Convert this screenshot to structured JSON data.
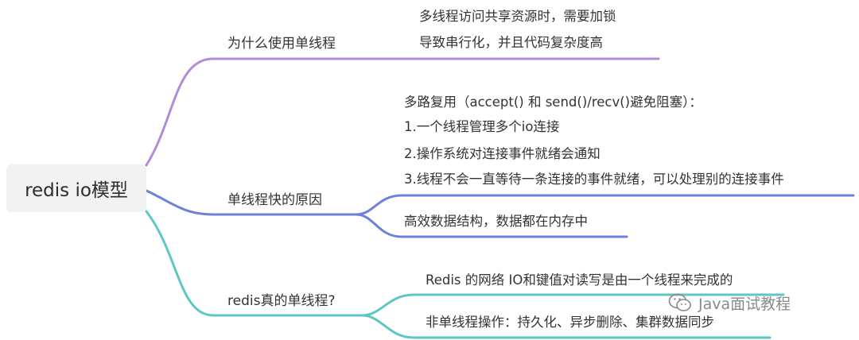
{
  "root": {
    "label": "redis io模型"
  },
  "branches": [
    {
      "label": "为什么使用单线程",
      "color": "#b08cd9",
      "items": [
        "多线程访问共享资源时，需要加锁",
        "导致串行化，并且代码复杂度高"
      ]
    },
    {
      "label": "单线程快的原因",
      "color": "#6f80d6",
      "items": [
        "多路复用（accept() 和 send()/recv()避免阻塞）：",
        "1.一个线程管理多个io连接",
        "2.操作系统对连接事件就绪会通知",
        "3.线程不会一直等待一条连接的事件就绪，可以处理别的连接事件",
        "高效数据结构，数据都在内存中"
      ]
    },
    {
      "label": "redis真的单线程?",
      "color": "#5fc7c3",
      "items": [
        "Redis 的网络 IO和键值对读写是由一个线程来完成的",
        "非单线程操作：持久化、异步删除、集群数据同步"
      ]
    }
  ],
  "watermark": {
    "text": "Java面试教程",
    "icon": "wechat-icon"
  }
}
